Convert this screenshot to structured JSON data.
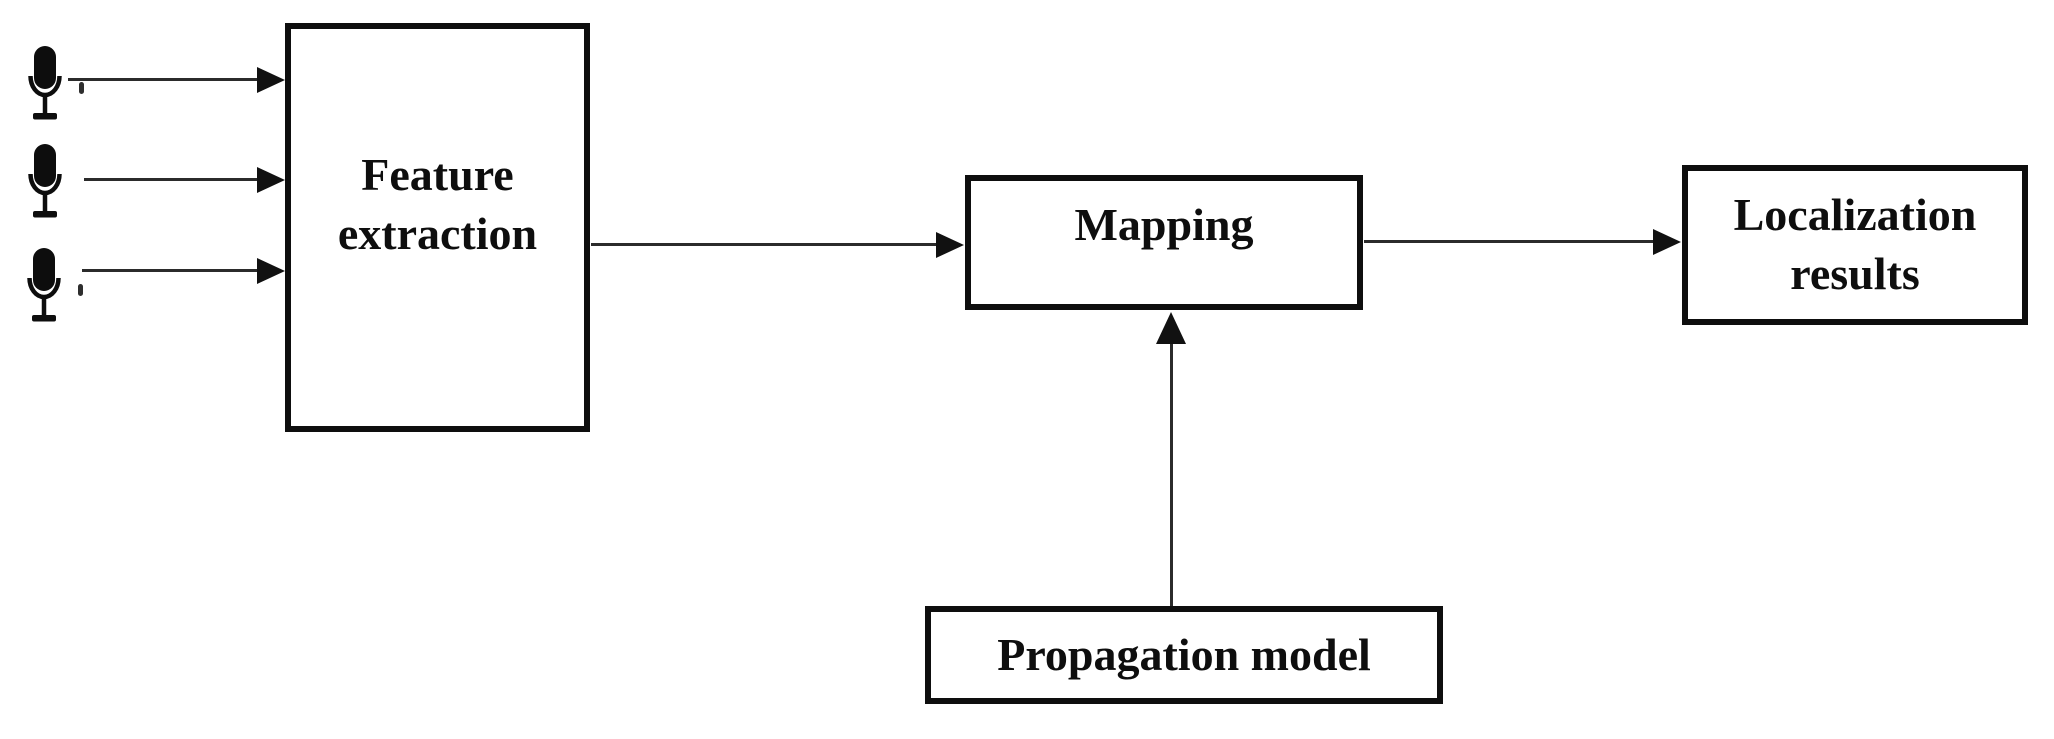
{
  "colors": {
    "background": "#ffffff",
    "box_border": "#0e0e0e",
    "text": "#0e0e0e",
    "line": "#2b2b2b",
    "arrowhead": "#111111"
  },
  "nodes": {
    "feature_extraction": {
      "label": "Feature extraction"
    },
    "mapping": {
      "label": "Mapping"
    },
    "localization_results": {
      "label": "Localization results"
    },
    "propagation_model": {
      "label": "Propagation model"
    }
  },
  "inputs": {
    "icon": "microphone-icon",
    "count": 3
  },
  "edges": [
    {
      "from": "microphone-1",
      "to": "feature_extraction",
      "direction": "right"
    },
    {
      "from": "microphone-2",
      "to": "feature_extraction",
      "direction": "right"
    },
    {
      "from": "microphone-3",
      "to": "feature_extraction",
      "direction": "right"
    },
    {
      "from": "feature_extraction",
      "to": "mapping",
      "direction": "right"
    },
    {
      "from": "mapping",
      "to": "localization_results",
      "direction": "right"
    },
    {
      "from": "propagation_model",
      "to": "mapping",
      "direction": "up"
    }
  ]
}
